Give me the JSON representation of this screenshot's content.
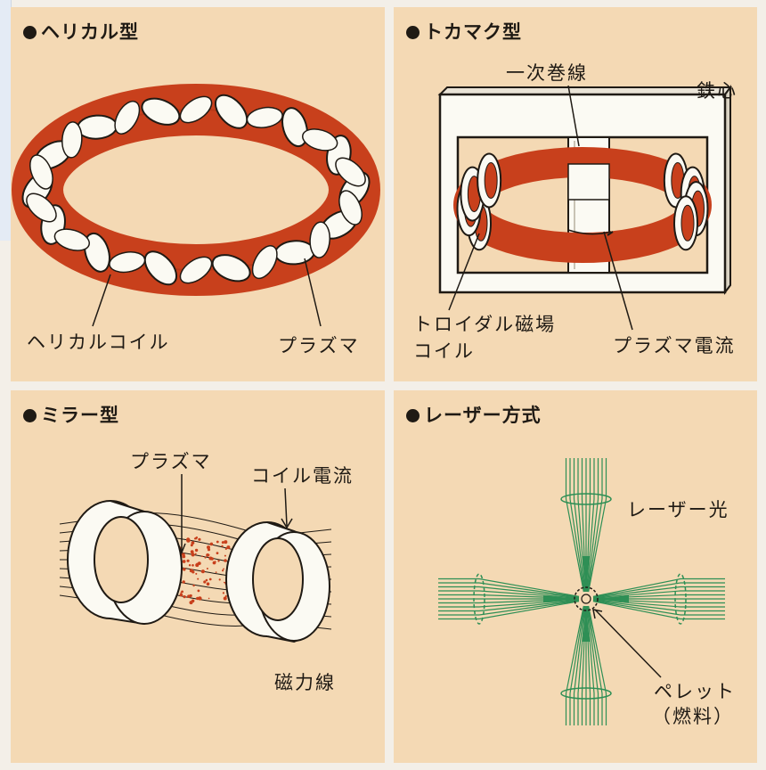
{
  "panels": {
    "helical": {
      "title": "ヘリカル型",
      "labels": {
        "coil": "ヘリカルコイル",
        "plasma": "プラズマ"
      }
    },
    "tokamak": {
      "title": "トカマク型",
      "labels": {
        "primary_winding": "一次巻線",
        "iron_core": "鉄心",
        "toroidal_coil_line1": "トロイダル磁場",
        "toroidal_coil_line2": "コイル",
        "plasma_current": "プラズマ電流"
      }
    },
    "mirror": {
      "title": "ミラー型",
      "labels": {
        "plasma": "プラズマ",
        "coil_current": "コイル電流",
        "field_lines": "磁力線"
      }
    },
    "laser": {
      "title": "レーザー方式",
      "labels": {
        "laser_light": "レーザー光",
        "pellet": "ペレット",
        "fuel": "（燃料）"
      }
    }
  },
  "colors": {
    "panel_bg": "#f4d9b4",
    "plasma_red": "#c8401c",
    "coil_white": "#fbfaf3",
    "laser_green": "#2e8f55"
  }
}
